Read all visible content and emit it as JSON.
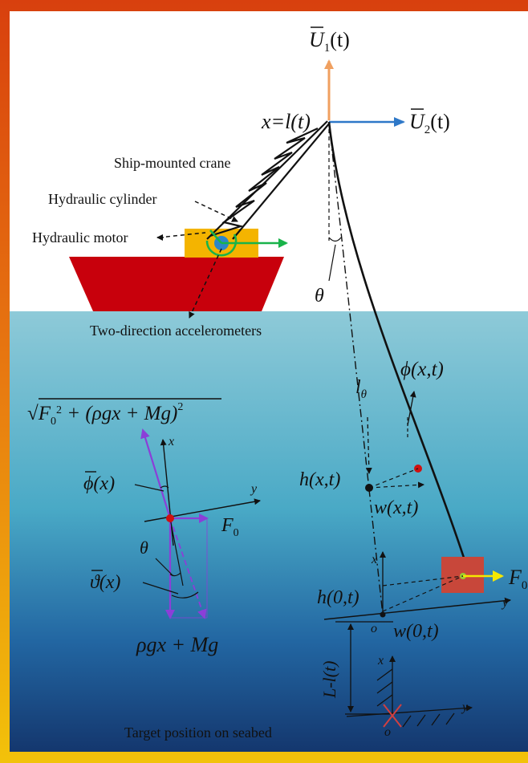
{
  "top_force": {
    "symbol": "U",
    "sub": "1",
    "arg": "(t)"
  },
  "right_force": {
    "symbol": "U",
    "sub": "2",
    "arg": "(t)"
  },
  "top_point": "x=l(t)",
  "labels": {
    "crane": "Ship-mounted crane",
    "cylinder": "Hydraulic cylinder",
    "motor": "Hydraulic motor",
    "accel": "Two-direction accelerometers",
    "seabed": "Target position on seabed"
  },
  "symbols": {
    "theta_top": "θ",
    "l_theta": "l",
    "l_theta_sub": "θ",
    "phi_xt": "ϕ(x,t)",
    "h_xt": "h(x,t)",
    "w_xt": "w(x,t)",
    "h_0t": "h(0,t)",
    "w_0t": "w(0,t)",
    "F0_right": "F",
    "F0_right_sub": "0",
    "L_minus_l": "L-l(t)",
    "axis_x": "x",
    "axis_y": "y",
    "origin": "o",
    "seabed_x": "x",
    "seabed_y": "y",
    "seabed_o": "o"
  },
  "inset": {
    "resultant_sqrt": "√",
    "resultant_F": "F",
    "resultant_sub0": "0",
    "resultant_sup2a": "2",
    "resultant_mid": " + (ρgx + Mg)",
    "resultant_sup2b": "2",
    "phi_bar": "ϕ(x)",
    "theta": "θ",
    "vartheta_bar": "ϑ(x)",
    "F0": "F",
    "F0_sub": "0",
    "bottom_force": "ρgx + Mg",
    "axis_x": "x",
    "axis_y": "y"
  },
  "colors": {
    "frame": "#d24a12",
    "sky": "#ffffff",
    "sea_top": "#8ecad8",
    "sea_bottom": "#14376e",
    "ship_hull": "#c8000c",
    "deck_box": "#f4b400",
    "payload": "#c8473a",
    "arrow_orange": "#f0a060",
    "arrow_blue": "#2e78c8",
    "arrow_green": "#19b34a",
    "arrow_yellow": "#f6e800",
    "arrow_purple": "#8b3fd8",
    "red_dot": "#d01010"
  }
}
